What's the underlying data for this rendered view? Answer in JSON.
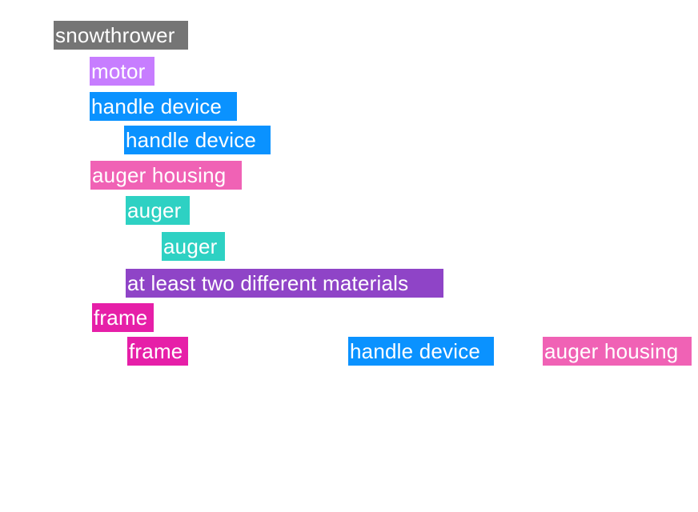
{
  "nodes": [
    {
      "label": "snowthrower",
      "color": "#757575"
    },
    {
      "label": "motor",
      "color": "#c77dff"
    },
    {
      "label": "handle device",
      "color": "#0a92ff"
    },
    {
      "label": "handle device",
      "color": "#0a92ff"
    },
    {
      "label": "auger housing",
      "color": "#f062b5"
    },
    {
      "label": "auger",
      "color": "#2ed1c3"
    },
    {
      "label": "auger",
      "color": "#2ed1c3"
    },
    {
      "label": "at least two different materials",
      "color": "#8f44c7"
    },
    {
      "label": "frame",
      "color": "#e61fa8"
    },
    {
      "label": "frame",
      "color": "#e61fa8"
    },
    {
      "label": "handle device",
      "color": "#0a92ff"
    },
    {
      "label": "auger housing",
      "color": "#f062b5"
    }
  ]
}
